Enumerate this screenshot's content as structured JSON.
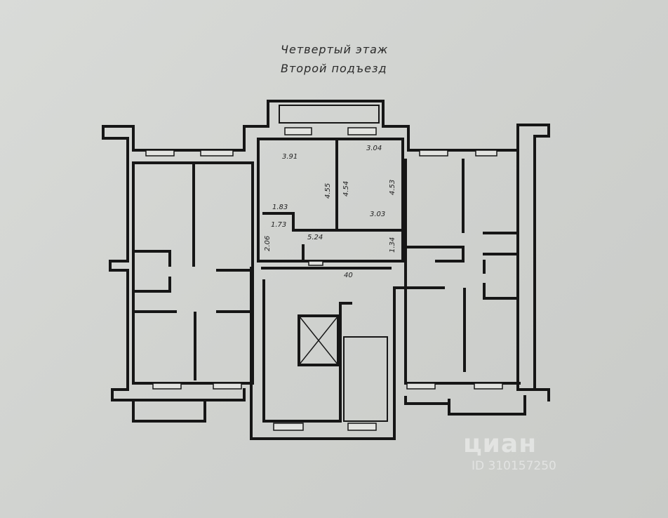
{
  "title": {
    "line1": "Четвертый этаж",
    "line2": "Второй подъезд"
  },
  "dimensions": {
    "room_left_width": "3.91",
    "room_left_depth": "4.55",
    "room_right_width": "3.04",
    "room_right_depth_a": "4.54",
    "room_right_depth_b": "4.53",
    "room_right_bottom": "3.03",
    "hall_a": "1.83",
    "hall_b": "1.73",
    "hall_height": "2.06",
    "corridor_length": "5.24",
    "corridor_end": "1.34",
    "apartment_number": "40"
  },
  "watermark": {
    "brand": "циан",
    "id": "ID 310157250"
  },
  "colors": {
    "wall": "#161616",
    "paper": "#d3d5d2"
  }
}
